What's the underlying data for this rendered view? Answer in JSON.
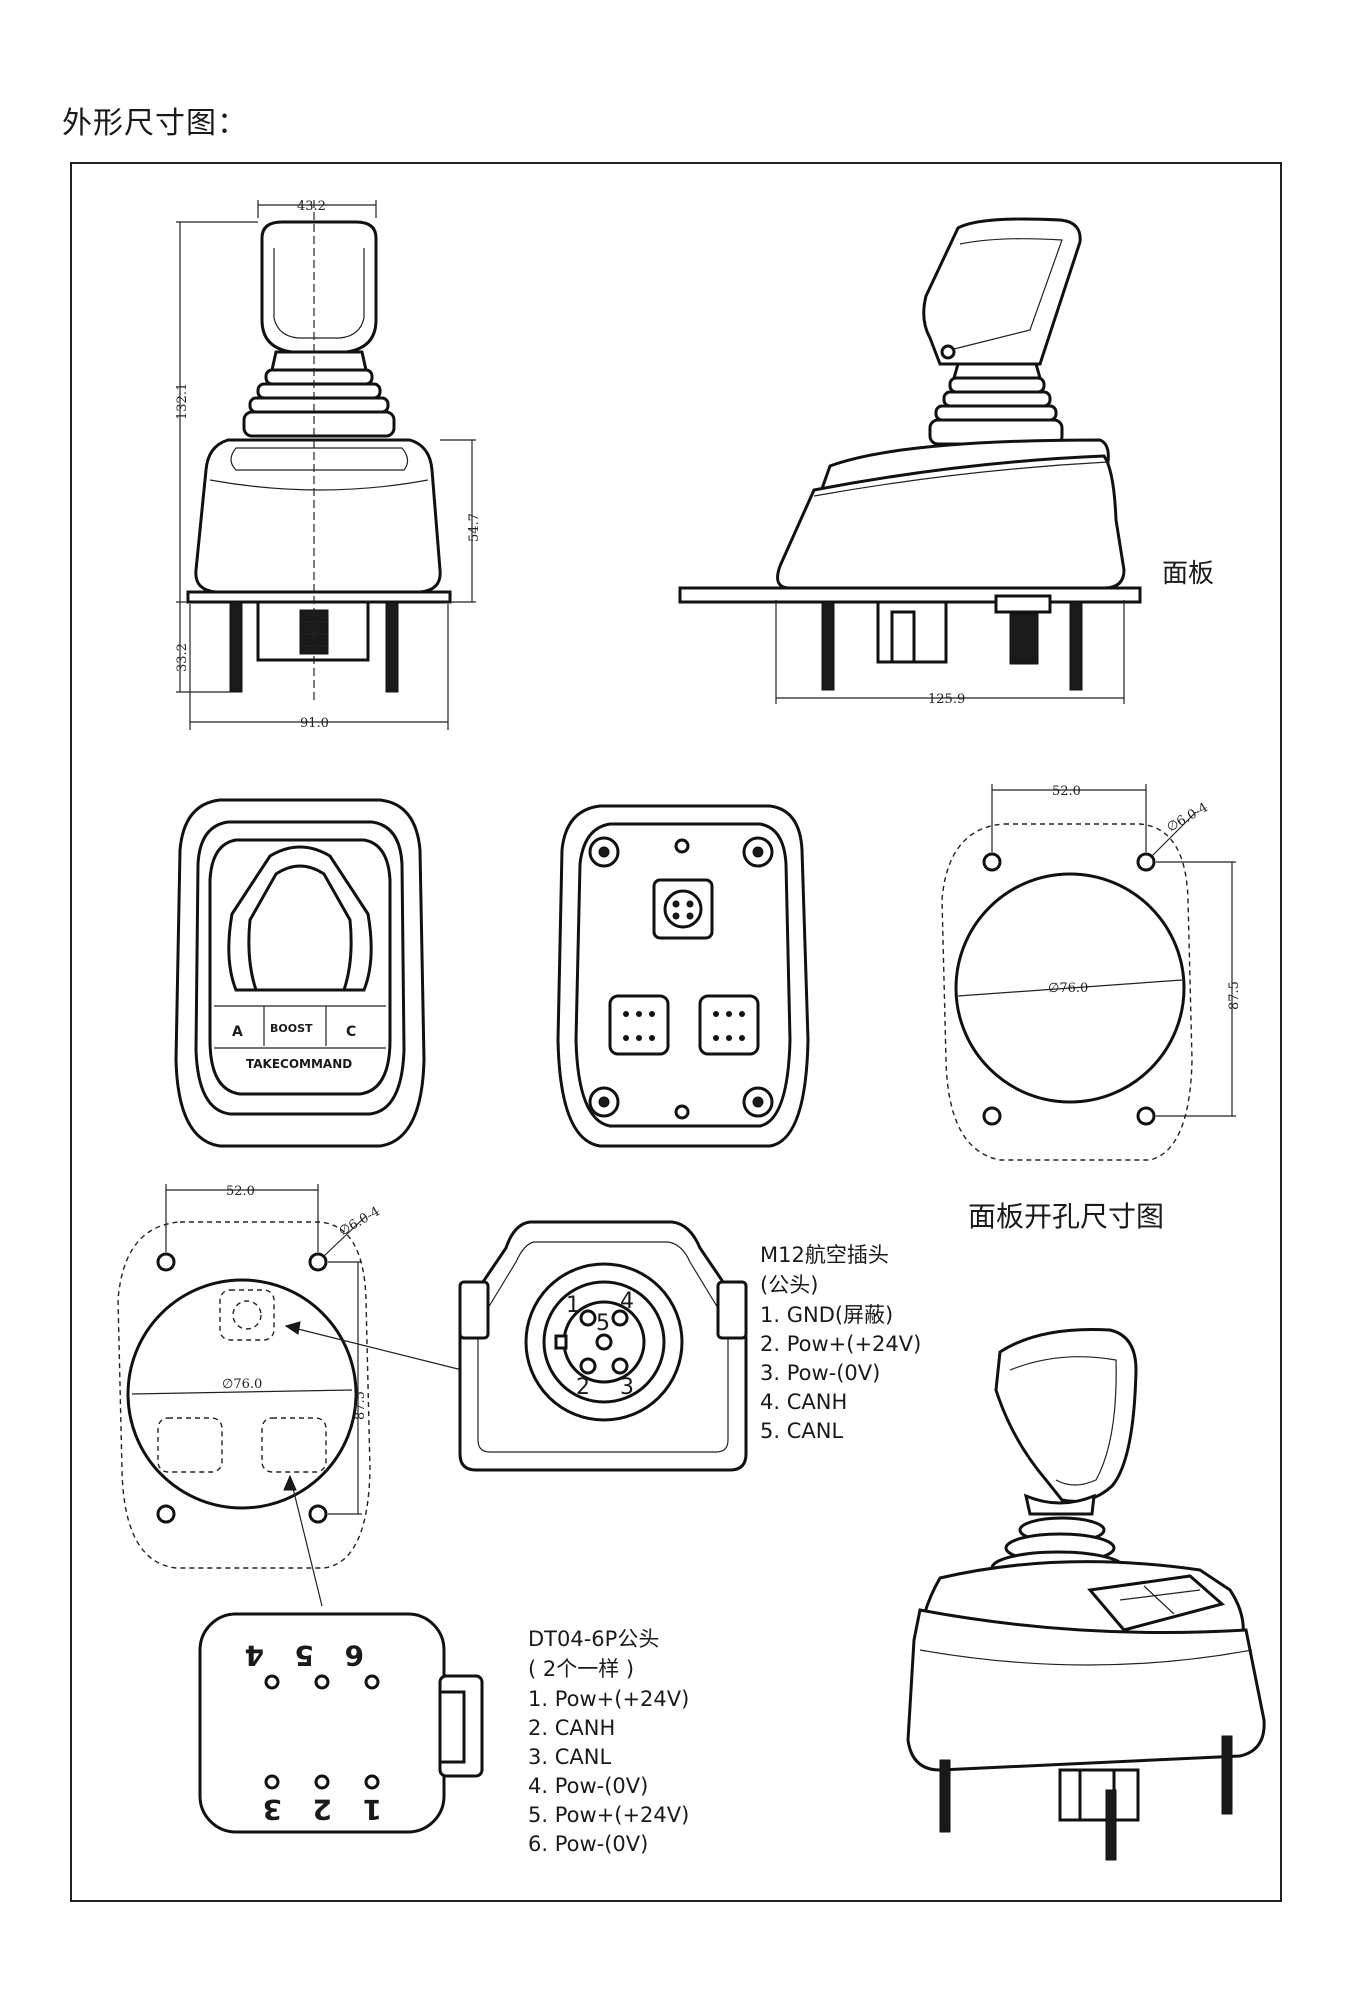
{
  "page": {
    "title": "外形尺寸图："
  },
  "front_view": {
    "width_top": "43.2",
    "height_total": "132.1",
    "height_body": "54.7",
    "height_bottom": "33.2",
    "width_base": "91.0"
  },
  "side_view": {
    "panel_label": "面板",
    "width_base": "125.9"
  },
  "top_view": {
    "button_a": "A",
    "button_boost": "BOOST",
    "button_c": "C",
    "brand": "TAKECOMMAND"
  },
  "cutout": {
    "hole_spacing": "52.0",
    "hole_diameter": "∅6.0-4",
    "center_diameter": "∅76.0",
    "vertical_spacing": "87.5",
    "caption": "面板开孔尺寸图"
  },
  "connector_map": {
    "hole_spacing": "52.0",
    "hole_diameter": "∅6.0-4",
    "center_diameter": "∅76.0",
    "vertical_spacing": "87.5"
  },
  "m12": {
    "pins": [
      "1",
      "2",
      "3",
      "4",
      "5"
    ],
    "title": "M12航空插头",
    "subtitle": "(公头)",
    "items": [
      "1. GND(屏蔽)",
      "2. Pow+(+24V)",
      "3. Pow-(0V)",
      "4. CANH",
      "5. CANL"
    ]
  },
  "dt04": {
    "pins_top": [
      "4",
      "5",
      "6"
    ],
    "pins_bottom": [
      "3",
      "2",
      "1"
    ],
    "title": "DT04-6P公头",
    "subtitle": "( 2个一样 )",
    "items": [
      "1. Pow+(+24V)",
      "2. CANH",
      "3. CANL",
      "4. Pow-(0V)",
      "5. Pow+(+24V)",
      "6. Pow-(0V)"
    ]
  }
}
